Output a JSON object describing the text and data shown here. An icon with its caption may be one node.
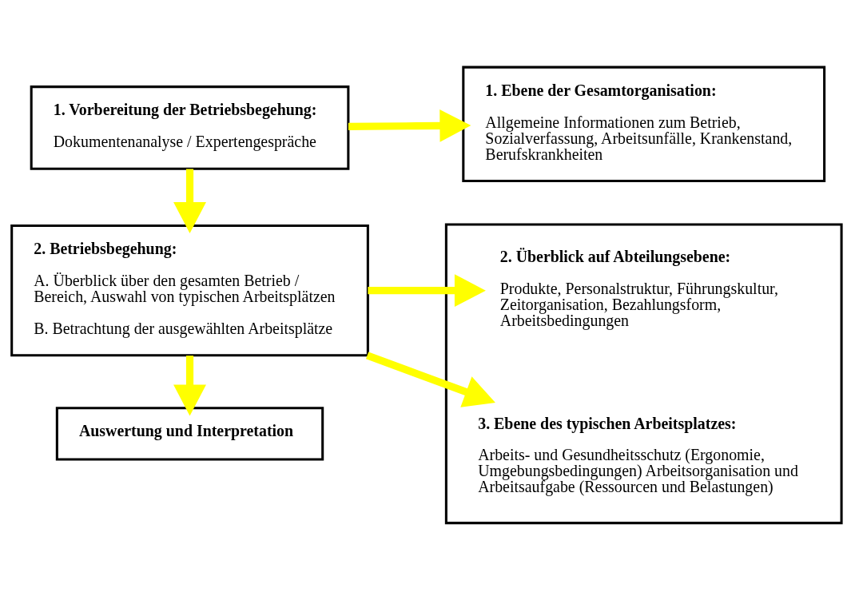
{
  "diagram": {
    "nodes": [
      {
        "text": [
          "1. Vorbereitung der Betriebsbegehung:",
          "Dokumentenanalyse / Expertengespräche"
        ]
      },
      {
        "text": [
          "1. Ebene der Gesamtorganisation:",
          "Allgemeine Informationen zum Betrieb, Sozialverfassung, Arbeitsunfälle, Krankenstand, Berufskrankheiten"
        ]
      },
      {
        "text": [
          "2. Betriebsbegehung:",
          "A. Überblick über den gesamten Betrieb / Bereich, Auswahl von typischen Arbeitsplätzen",
          "B. Betrachtung der ausgewählten Arbeitsplätze"
        ]
      },
      {
        "text": [],
        "shape": "box"
      },
      {
        "text": [
          "2. Überblick auf Abteilungsebene:",
          "Produkte, Personalstruktur, Führungskultur, Zeitorganisation, Bezahlungsform, Arbeitsbedingungen"
        ],
        "in": 3
      },
      {
        "text": [
          "3. Ebene des typischen Arbeitsplatzes:",
          "Arbeits- und Gesundheitsschutz (Ergonomie, Umgebungsbedingungen) Arbeitsorganisation und Arbeitsaufgabe (Ressourcen und Belastungen)"
        ],
        "in": 3
      },
      {
        "text": [
          "Auswertung und Interpretation"
        ]
      }
    ],
    "edges": [
      {
        "from": 0,
        "to": 1,
        "arrow": "to",
        "color": "#ffff00"
      },
      {
        "from": 0,
        "to": 2,
        "arrow": "to",
        "color": "#ffff00"
      },
      {
        "from": 2,
        "to": 4,
        "arrow": "to",
        "color": "#ffff00"
      },
      {
        "from": 2,
        "to": 5,
        "arrow": "to",
        "color": "#ffff00"
      },
      {
        "from": 2,
        "to": 6,
        "arrow": "to",
        "color": "#ffff00"
      }
    ]
  }
}
